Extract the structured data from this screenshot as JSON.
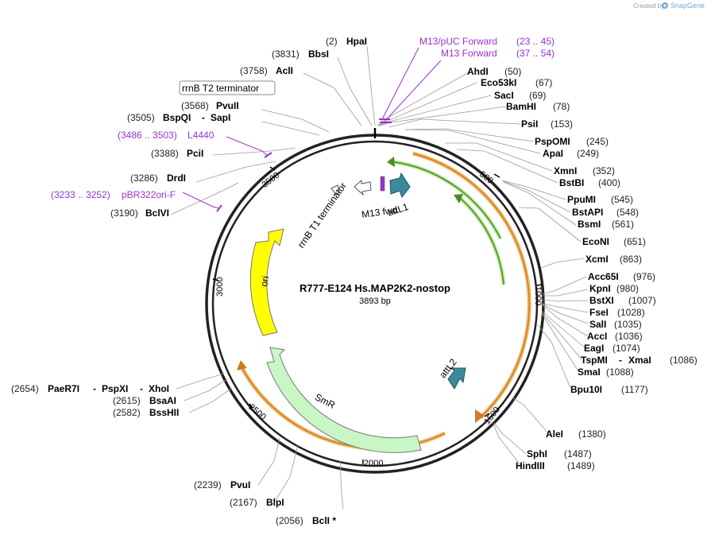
{
  "header": {
    "credit_text": "Created by",
    "brand": "SnapGene"
  },
  "plasmid": {
    "name": "R777-E124 Hs.MAP2K2-nostop",
    "length_label": "3893 bp"
  },
  "ruler": {
    "ticks": [
      "500",
      "1000",
      "1500",
      "2000",
      "2500",
      "3000",
      "3500"
    ]
  },
  "features": {
    "attL1": "attL1",
    "m13_fwd": "M13 fwd",
    "rrnb_t1": "rrnB T1 terminator",
    "attL2": "attL2",
    "ori": "ori",
    "smr": "SmR",
    "rrnb_t2": "rrnB T2 terminator"
  },
  "primers": [
    {
      "name": "M13/pUC Forward",
      "range": "(23 .. 45)"
    },
    {
      "name": "M13 Forward",
      "range": "(37 .. 54)"
    },
    {
      "name": "L4440",
      "range": "(3486 .. 3503)"
    },
    {
      "name": "pBR322ori-F",
      "range": "(3233 .. 3252)"
    }
  ],
  "sites_right": [
    {
      "name": "AhdI",
      "pos": "(50)"
    },
    {
      "name": "Eco53kI",
      "pos": "(67)"
    },
    {
      "name": "SacI",
      "pos": "(69)"
    },
    {
      "name": "BamHI",
      "pos": "(78)"
    },
    {
      "name": "PsiI",
      "pos": "(153)"
    },
    {
      "name": "PspOMI",
      "pos": "(245)"
    },
    {
      "name": "ApaI",
      "pos": "(249)"
    },
    {
      "name": "XmnI",
      "pos": "(352)"
    },
    {
      "name": "BstBI",
      "pos": "(400)"
    },
    {
      "name": "PpuMI",
      "pos": "(545)"
    },
    {
      "name": "BstAPI",
      "pos": "(548)"
    },
    {
      "name": "BsmI",
      "pos": "(561)"
    },
    {
      "name": "EcoNI",
      "pos": "(651)"
    },
    {
      "name": "XcmI",
      "pos": "(863)"
    },
    {
      "name": "Acc65I",
      "pos": "(976)"
    },
    {
      "name": "KpnI",
      "pos": "(980)"
    },
    {
      "name": "BstXI",
      "pos": "(1007)"
    },
    {
      "name": "FseI",
      "pos": "(1028)"
    },
    {
      "name": "SalI",
      "pos": "(1035)"
    },
    {
      "name": "AccI",
      "pos": "(1036)"
    },
    {
      "name": "EagI",
      "pos": "(1074)"
    },
    {
      "name": "TspMI",
      "sep": "-",
      "name2": "XmaI",
      "pos": "(1086)"
    },
    {
      "name": "SmaI",
      "pos": "(1088)"
    },
    {
      "name": "Bpu10I",
      "pos": "(1177)"
    },
    {
      "name": "AleI",
      "pos": "(1380)"
    },
    {
      "name": "SphI",
      "pos": "(1487)"
    },
    {
      "name": "HindIII",
      "pos": "(1489)"
    }
  ],
  "sites_left": [
    {
      "name": "HpaI",
      "pos": "(2)"
    },
    {
      "name": "BbsI",
      "pos": "(3831)"
    },
    {
      "name": "AclI",
      "pos": "(3758)"
    },
    {
      "name": "PvuII",
      "pos": "(3568)"
    },
    {
      "name": "BspQI",
      "sep": "-",
      "name2": "SapI",
      "pos": "(3505)"
    },
    {
      "name": "PciI",
      "pos": "(3388)"
    },
    {
      "name": "DrdI",
      "pos": "(3286)"
    },
    {
      "name": "BclVI",
      "pos": "(3190)"
    },
    {
      "name": "PaeR7I",
      "sep": "-",
      "name2": "PspXI",
      "sep2": "-",
      "name3": "XhoI",
      "pos": "(2654)"
    },
    {
      "name": "BsaAI",
      "pos": "(2615)"
    },
    {
      "name": "BssHII",
      "pos": "(2582)"
    },
    {
      "name": "PvuI",
      "pos": "(2239)"
    },
    {
      "name": "BlpI",
      "pos": "(2167)"
    },
    {
      "name": "BclI *",
      "pos": "(2056)"
    }
  ]
}
